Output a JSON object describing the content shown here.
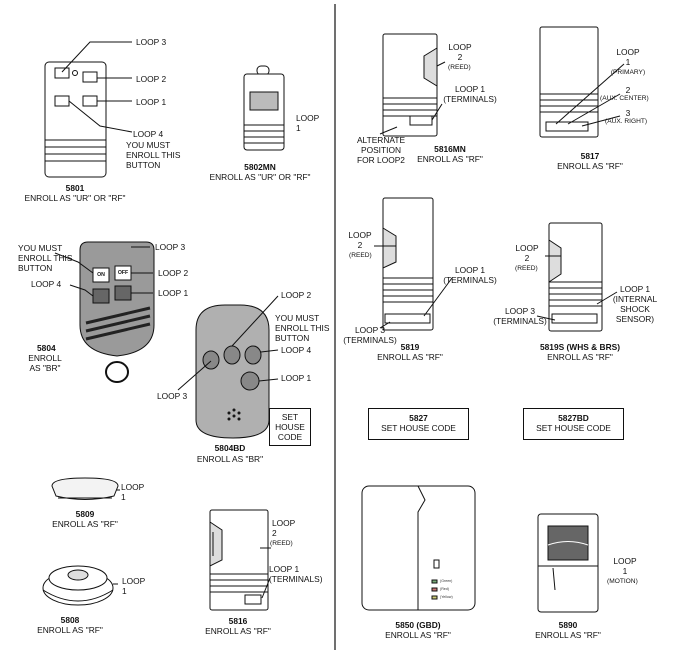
{
  "left": {
    "d5801": {
      "loop3": "LOOP 3",
      "loop2": "LOOP 2",
      "loop1": "LOOP 1",
      "loop4": "LOOP 4",
      "note": "YOU MUST\nENROLL THIS\nBUTTON",
      "model": "5801",
      "enroll": "ENROLL AS \"UR\" OR \"RF\""
    },
    "d5802": {
      "loop": "LOOP\n1",
      "model": "5802MN",
      "enroll": "ENROLL AS \"UR\" OR \"RF\""
    },
    "d5804": {
      "note": "YOU MUST\nENROLL THIS\nBUTTON",
      "loop4": "LOOP 4",
      "loop3": "LOOP 3",
      "loop2": "LOOP 2",
      "loop1": "LOOP 1",
      "on": "ON",
      "off": "OFF",
      "model": "5804",
      "enroll": "ENROLL\nAS \"BR\""
    },
    "d5804bd": {
      "loop2": "LOOP 2",
      "note": "YOU MUST\nENROLL THIS\nBUTTON",
      "loop4": "LOOP 4",
      "loop1": "LOOP 1",
      "loop3": "LOOP 3",
      "set": "SET\nHOUSE\nCODE",
      "model": "5804BD",
      "enroll": "ENROLL AS \"BR\""
    },
    "d5809": {
      "loop": "LOOP\n1",
      "model": "5809",
      "enroll": "ENROLL AS \"RF\""
    },
    "d5808": {
      "loop": "LOOP\n1",
      "model": "5808",
      "enroll": "ENROLL AS \"RF\""
    },
    "d5816": {
      "loop2": "LOOP\n2",
      "reed": "(REED)",
      "loop1": "LOOP 1\n(TERMINALS)",
      "model": "5816",
      "enroll": "ENROLL AS \"RF\""
    }
  },
  "right": {
    "d5816mn": {
      "loop2": "LOOP\n2",
      "reed": "(REED)",
      "loop1": "LOOP 1\n(TERMINALS)",
      "alt": "ALTERNATE\nPOSITION\nFOR LOOP2",
      "model": "5816MN",
      "enroll": "ENROLL AS \"RF\""
    },
    "d5817": {
      "loop1": "LOOP\n1",
      "primary": "(PRIMARY)",
      "loop2": "2",
      "auxc": "(AUX. CENTER)",
      "loop3": "3",
      "auxr": "(AUX. RIGHT)",
      "model": "5817",
      "enroll": "ENROLL AS \"RF\""
    },
    "d5819": {
      "loop2": "LOOP\n2",
      "reed": "(REED)",
      "loop1": "LOOP 1\n(TERMINALS)",
      "loop3": "LOOP 3\n(TERMINALS)",
      "model": "5819",
      "enroll": "ENROLL AS \"RF\""
    },
    "d5819s": {
      "loop2": "LOOP\n2",
      "reed": "(REED)",
      "loop1": "LOOP 1\n(INTERNAL\nSHOCK\nSENSOR)",
      "loop3": "LOOP 3\n(TERMINALS)",
      "model": "5819S (WHS & BRS)",
      "enroll": "ENROLL AS \"RF\""
    },
    "d5827": {
      "model": "5827",
      "label": "SET HOUSE CODE"
    },
    "d5827bd": {
      "model": "5827BD",
      "label": "SET HOUSE CODE"
    },
    "d5850": {
      "green": "(Green)",
      "red": "(Red)",
      "yellow": "(Yellow)",
      "model": "5850 (GBD)",
      "enroll": "ENROLL AS \"RF\""
    },
    "d5890": {
      "loop": "LOOP\n1",
      "motion": "(MOTION)",
      "model": "5890",
      "enroll": "ENROLL AS \"RF\""
    }
  },
  "colors": {
    "ink": "#111111",
    "remote_gray": "#9a9a9a",
    "light_gray": "#d8d8d8"
  }
}
